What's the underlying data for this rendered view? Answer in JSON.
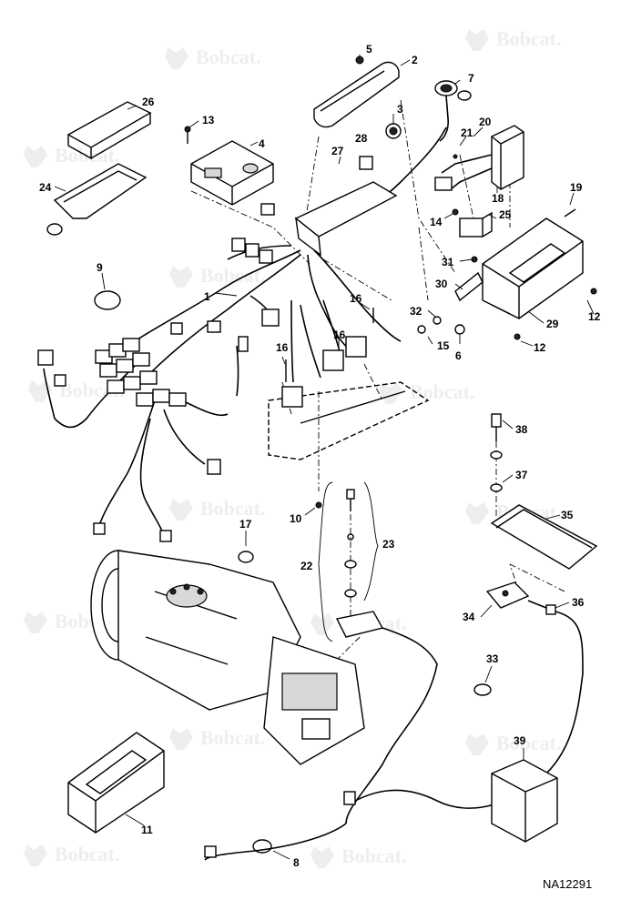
{
  "watermark": {
    "text": "Bobcat."
  },
  "reference_code": "NA12291",
  "callouts": [
    "1",
    "2",
    "3",
    "4",
    "5",
    "6",
    "7",
    "8",
    "9",
    "10",
    "11",
    "12",
    "12",
    "13",
    "14",
    "15",
    "16",
    "16",
    "16",
    "17",
    "18",
    "19",
    "20",
    "21",
    "22",
    "23",
    "24",
    "25",
    "26",
    "27",
    "28",
    "29",
    "30",
    "31",
    "32",
    "33",
    "34",
    "35",
    "36",
    "37",
    "38",
    "39"
  ]
}
